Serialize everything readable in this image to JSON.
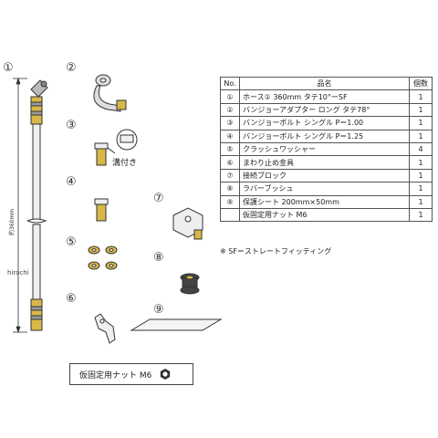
{
  "labels": {
    "n1": "①",
    "n2": "②",
    "n3": "③",
    "n4": "④",
    "n5": "⑤",
    "n6": "⑥",
    "n7": "⑦",
    "n8": "⑧",
    "n9": "⑨"
  },
  "hose_length_dim": "約360mm",
  "groove_label": "溝付き",
  "watermark": "hirochi",
  "table": {
    "headers": {
      "no": "No.",
      "name": "品名",
      "qty": "個数"
    },
    "rows": [
      {
        "no": "①",
        "name": "ホース① 360mm タテ10°ーSF",
        "qty": "1"
      },
      {
        "no": "②",
        "name": "バンジョーアダプター ロング タテ78°",
        "qty": "1"
      },
      {
        "no": "③",
        "name": "バンジョーボルト シングル P＝1.00",
        "qty": "1"
      },
      {
        "no": "④",
        "name": "バンジョーボルト シングル P＝1.25",
        "qty": "1"
      },
      {
        "no": "⑤",
        "name": "クラッシュワッシャー",
        "qty": "4"
      },
      {
        "no": "⑥",
        "name": "まわり止め金具",
        "qty": "1"
      },
      {
        "no": "⑦",
        "name": "接続ブロック",
        "qty": "1"
      },
      {
        "no": "⑧",
        "name": "ラバーブッシュ",
        "qty": "1"
      },
      {
        "no": "⑨",
        "name": "保護シート 200mm×50mm",
        "qty": "1"
      },
      {
        "no": "",
        "name": "仮固定用ナット M6",
        "qty": "1"
      }
    ]
  },
  "note": "※ SF＝ストレートフィッティング",
  "nut_box_label": "仮固定用ナット M6"
}
